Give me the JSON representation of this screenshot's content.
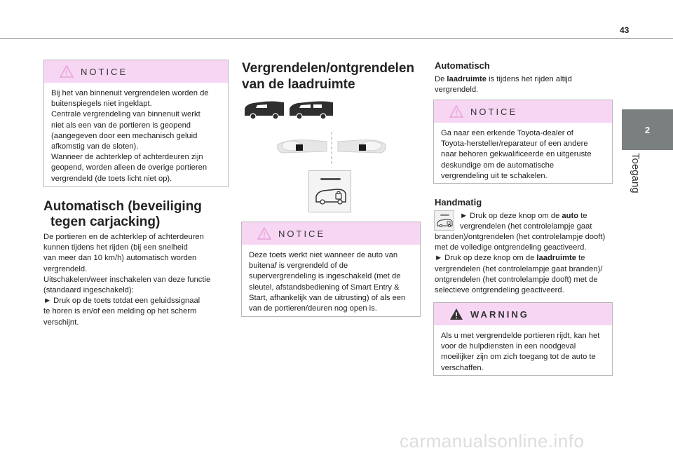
{
  "page": {
    "number": "43"
  },
  "side_tab": {
    "chapter": "2",
    "label": "Toegang"
  },
  "col1": {
    "notice": {
      "title": "NOTICE",
      "lines": [
        "Bij het van binnenuit vergrendelen worden de",
        "buitenspiegels niet ingeklapt.",
        "Centrale vergrendeling van binnenuit werkt",
        "niet als een van de portieren is geopend",
        "(aangegeven door een mechanisch geluid",
        "afkomstig van de sloten).",
        "Wanneer de achterklep of achterdeuren zijn",
        "geopend, worden alleen de overige portieren",
        "vergrendeld (de toets licht niet op)."
      ]
    },
    "heading": {
      "line1": "Automatisch (beveiliging",
      "line2": "tegen carjacking)"
    },
    "body": [
      "De portieren en de achterklep of achterdeuren",
      "kunnen tijdens het rijden (bij een snelheid",
      "van meer dan 10 km/h) automatisch worden",
      "vergrendeld.",
      "Uitschakelen/weer inschakelen van deze functie",
      "(standaard ingeschakeld):",
      "► Druk op de toets totdat een geluidssignaal",
      "te horen is en/of een melding op het scherm",
      "verschijnt."
    ]
  },
  "col2": {
    "heading": {
      "line1": "Vergrendelen/ontgrendelen",
      "line2": "van de laadruimte"
    },
    "notice": {
      "title": "NOTICE",
      "lines": [
        "Deze toets werkt niet wanneer de auto van",
        "buitenaf is vergrendeld of de",
        "supervergrendeling is ingeschakeld (met de",
        "sleutel, afstandsbediening of Smart Entry &",
        "Start, afhankelijk van de uitrusting) of als een",
        "van de portieren/deuren nog open is."
      ]
    }
  },
  "col3": {
    "auto_heading": "Automatisch",
    "auto_body": {
      "pre": "De ",
      "bold": "laadruimte",
      "post": " is tijdens het rijden altijd",
      "line2": "vergrendeld."
    },
    "notice": {
      "title": "NOTICE",
      "lines": [
        "Ga naar een erkende Toyota-dealer of",
        "Toyota-hersteller/reparateur of een andere",
        "naar behoren gekwalificeerde en uitgeruste",
        "deskundige om de automatische",
        "vergrendeling uit te schakelen."
      ]
    },
    "manual_heading": "Handmatig",
    "manual_body": {
      "l1_pre": "► Druk op deze knop om de ",
      "l1_bold": "auto",
      "l1_post": " te",
      "l2": "vergrendelen (het controlelampje gaat",
      "l3": "branden)/ontgrendelen (het controlelampje dooft)",
      "l4": "met de volledige ontgrendeling geactiveerd.",
      "l5_pre": "► Druk op deze knop om de ",
      "l5_bold": "laadruimte",
      "l5_post": " te",
      "l6": "vergrendelen (het controlelampje gaat branden)/",
      "l7": "ontgrendelen (het controlelampje dooft) met de",
      "l8": "selectieve ontgrendeling geactiveerd."
    },
    "warning": {
      "title": "WARNING",
      "lines": [
        "Als u met vergrendelde portieren rijdt, kan het",
        "voor de hulpdiensten in een noodgeval",
        "moeilijker zijn om zich toegang tot de auto te",
        "verschaffen."
      ]
    }
  },
  "watermark": "carmanualsonline.info",
  "colors": {
    "notice_header": "#f7d6f3",
    "side_tab": "#7a7f80",
    "notice_icon": "#e8a0d8",
    "warning_icon": "#333333"
  }
}
